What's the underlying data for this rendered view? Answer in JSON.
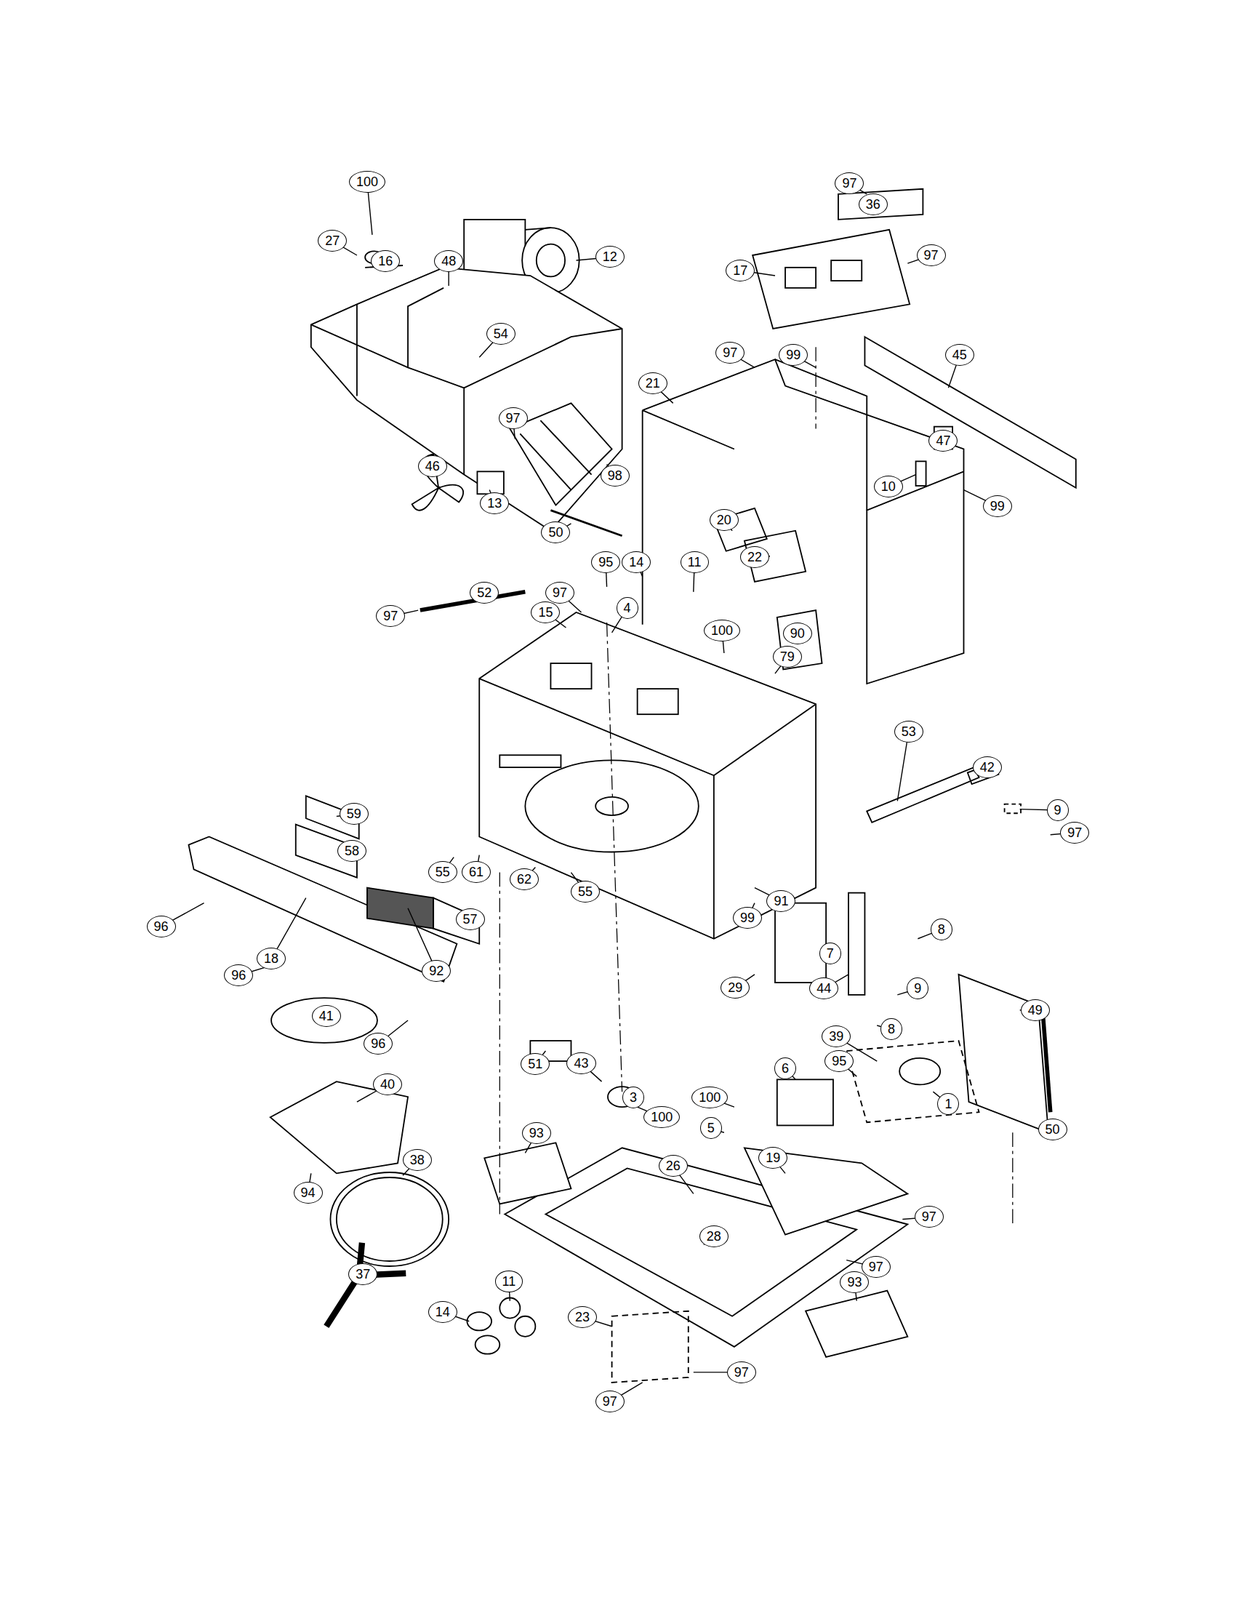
{
  "diagram": {
    "labels": [
      "100",
      "97",
      "36",
      "27",
      "16",
      "12",
      "48",
      "17",
      "97",
      "54",
      "99",
      "97",
      "45",
      "21",
      "97",
      "47",
      "10",
      "46",
      "98",
      "13",
      "50",
      "20",
      "22",
      "99",
      "95",
      "14",
      "11",
      "97",
      "4",
      "52",
      "15",
      "100",
      "90",
      "97",
      "79",
      "53",
      "42",
      "9",
      "97",
      "59",
      "58",
      "55",
      "61",
      "62",
      "55",
      "57",
      "92",
      "96",
      "91",
      "99",
      "8",
      "7",
      "18",
      "96",
      "29",
      "44",
      "9",
      "49",
      "8",
      "96",
      "41",
      "39",
      "95",
      "1",
      "51",
      "43",
      "6",
      "3",
      "100",
      "5",
      "100",
      "50",
      "40",
      "93",
      "26",
      "19",
      "38",
      "97",
      "94",
      "28",
      "97",
      "37",
      "11",
      "93",
      "14",
      "23",
      "97",
      "97"
    ]
  }
}
